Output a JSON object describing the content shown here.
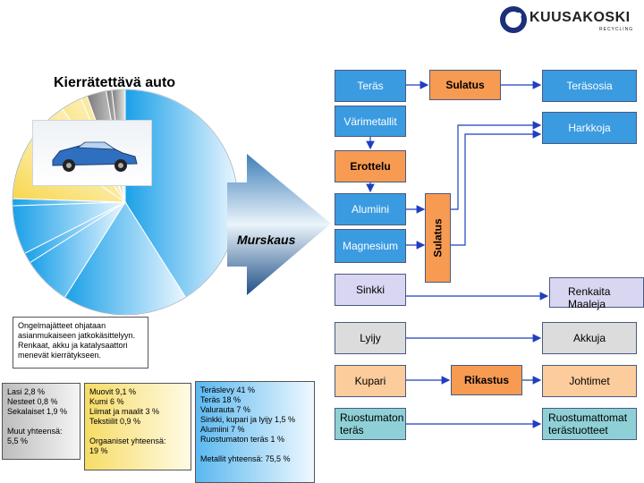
{
  "logo": {
    "name": "KUUSAKOSKI",
    "sub": "RECYCLING"
  },
  "title": "Kierrätettävä auto",
  "arrow_label": "Murskaus",
  "colors": {
    "blue": "#3a9be0",
    "orange": "#f79a52",
    "peach": "#fccc9c",
    "lavender": "#d9d6f2",
    "gray": "#dcdcdc",
    "teal": "#8ed0d6",
    "line": "#1f3fbf"
  },
  "flow": {
    "teras": "Teräs",
    "sulatus": "Sulatus",
    "terasosia": "Teräsosia",
    "varimetallit": "Värimetallit",
    "harkkoja": "Harkkoja",
    "erottelu": "Erottelu",
    "alumiini": "Alumiini",
    "magnesium": "Magnesium",
    "sulatus_v": "Sulatus",
    "sinkki": "Sinkki",
    "renkaita": "Renkaita\nMaaleja",
    "lyijy": "Lyijy",
    "akkuja": "Akkuja",
    "kupari": "Kupari",
    "rikastus": "Rikastus",
    "johtimet": "Johtimet",
    "ruostumaton": "Ruostumaton\nteräs",
    "ruostumattomat": "Ruostumattomat\nterästuotteet"
  },
  "notes": {
    "ongelma": "Ongelmajätteet ohjataan\nasianmukaiseen jatkokäsittelyyn.\nRenkaat, akku ja katalysaattori\nmenevät kierrätykseen.",
    "muut": "Lasi 2,8 %\nNesteet 0,8 %\nSekalaiset 1,9 %\n\nMuut yhteensä:\n5,5 %",
    "orgaaniset": "Muovit 9,1 %\nKumi 6 %\nLiimat ja maalit 3 %\nTekstiilit 0,9 %\n\nOrgaaniset yhteensä:\n19 %",
    "metallit": "Teräslevy 41 %\nTeräs 18 %\nValurauta 7 %\nSinkki, kupari ja lyijy 1,5 %\nAlumiini 7 %\nRuostumaton teräs 1 %\n\nMetallit yhteensä: 75,5 %"
  },
  "pie": {
    "values": [
      41,
      18,
      7,
      1.5,
      7,
      1,
      9.1,
      6,
      3,
      0.9,
      2.8,
      0.8,
      1.9
    ],
    "groups": [
      "metal",
      "metal",
      "metal",
      "metal",
      "metal",
      "metal",
      "organic",
      "organic",
      "organic",
      "organic",
      "other",
      "other",
      "other"
    ]
  }
}
